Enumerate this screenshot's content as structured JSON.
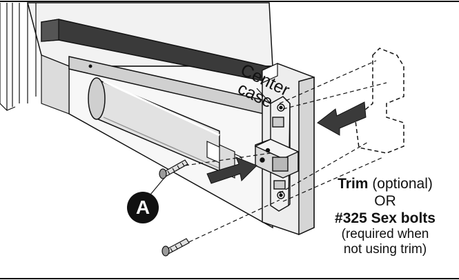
{
  "callouts": {
    "center_case_line1": "Center",
    "center_case_line2": "case",
    "badge": "A"
  },
  "trim_note": {
    "trim": "Trim",
    "optional": "(optional)",
    "or": "OR",
    "sex_bolts": "#325 Sex bolts",
    "required_line1": "(required when",
    "required_line2": "not using trim)"
  },
  "colors": {
    "ink": "#111111",
    "panel": "#e6e6e6",
    "bar": "#d0d0d0",
    "dark": "#3a3a3a"
  }
}
